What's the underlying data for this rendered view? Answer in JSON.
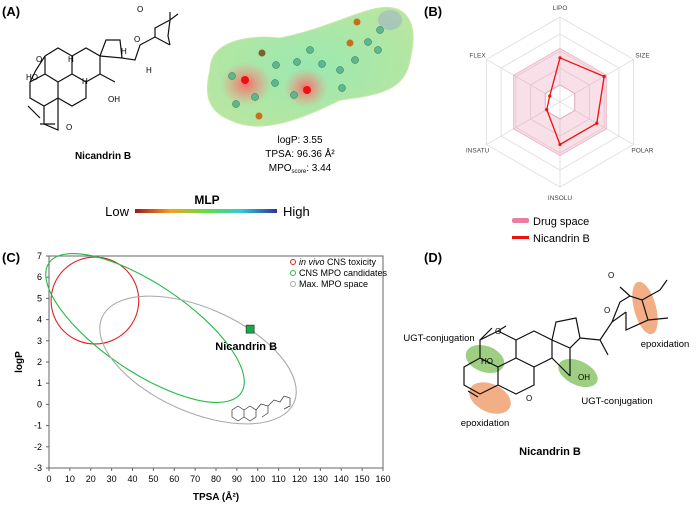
{
  "panels": {
    "a": {
      "label": "(A)",
      "compound_name": "Nicandrin B",
      "structure_labels": {
        "ho": "HO",
        "oh": "OH",
        "o_epoxide": "O",
        "o_ketone": "O",
        "o_lactone": "O",
        "o_ring": "O",
        "h": "H"
      },
      "properties": {
        "logp": "logP: 3.55",
        "tpsa": "TPSA: 96.36 Å²",
        "mpo_prefix": "MPO",
        "mpo_sub": "score",
        "mpo_value": ": 3.44"
      },
      "colorbar": {
        "title": "MLP",
        "low": "Low",
        "high": "High",
        "colors": [
          "#b2182b",
          "#f5a623",
          "#7ed321",
          "#3ad6c4",
          "#3333aa"
        ]
      }
    },
    "b": {
      "label": "(B)",
      "axes": [
        "LIPO",
        "SIZE",
        "POLAR",
        "INSOLU",
        "INSATU",
        "FLEX"
      ],
      "legend": {
        "drug_space": "Drug space",
        "compound": "Nicandrin B"
      },
      "colors": {
        "drug_space": "#e87fa0",
        "compound": "#ee1111"
      }
    },
    "c": {
      "label": "(C)"
    },
    "d": {
      "label": "(D)",
      "compound_name": "Nicandrin B",
      "annotations": {
        "ugt_left": "UGT-conjugation",
        "ugt_right": "UGT-conjugation",
        "epox_left": "epoxidation",
        "epox_right": "epoxidation"
      },
      "colors": {
        "ugt": "#8cc66b",
        "epoxidation": "#f0a070"
      }
    }
  },
  "chart_data": [
    {
      "type": "radar",
      "axes": [
        "LIPO",
        "SIZE",
        "POLAR",
        "INSOLU",
        "INSATU",
        "FLEX"
      ],
      "range": [
        0,
        1
      ],
      "series": [
        {
          "name": "Drug space",
          "outer": [
            0.63,
            0.63,
            0.63,
            0.63,
            0.63,
            0.63
          ],
          "inner": [
            0.2,
            0.2,
            0.2,
            0.2,
            0.2,
            0.2
          ]
        },
        {
          "name": "Nicandrin B",
          "values": [
            0.52,
            0.6,
            0.5,
            0.5,
            0.18,
            0.14
          ]
        }
      ],
      "legend": "bottom"
    },
    {
      "type": "scatter",
      "xlabel": "TPSA (Å²)",
      "ylabel": "logP",
      "xlim": [
        0,
        160
      ],
      "ylim": [
        -3,
        7
      ],
      "xticks": [
        0,
        10,
        20,
        30,
        40,
        50,
        60,
        70,
        80,
        90,
        100,
        110,
        120,
        130,
        140,
        150,
        160
      ],
      "yticks": [
        -3,
        -2,
        -1,
        0,
        1,
        2,
        3,
        4,
        5,
        6,
        7
      ],
      "points": [
        {
          "name": "Nicandrin B",
          "x": 96.36,
          "y": 3.55,
          "color": "#1aaa4a"
        }
      ],
      "regions": [
        {
          "name_prefix": "in vivo",
          "name": " CNS toxicity",
          "color": "#dd2222"
        },
        {
          "name": "CNS MPO candidates",
          "color": "#22bb44"
        },
        {
          "name": "Max. MPO space",
          "color": "#aaaaaa"
        }
      ],
      "legend": "top-right",
      "grid": false
    }
  ]
}
